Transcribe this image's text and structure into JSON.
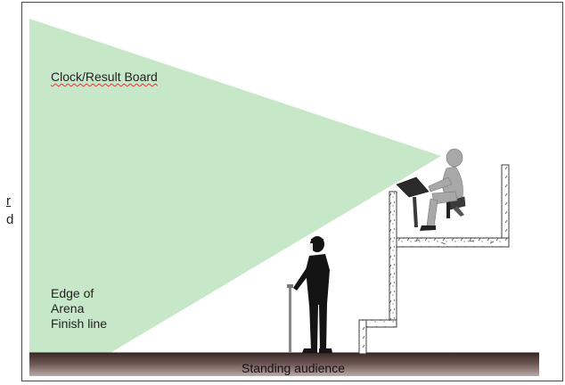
{
  "labels": {
    "clock_board": "Clock/Result Board",
    "edge_line1": "Edge of",
    "edge_line2": "Arena",
    "edge_line3": "Finish line",
    "standing_audience": "Standing audience"
  },
  "edge_fragments": {
    "top": "r",
    "bottom": "d"
  },
  "colors": {
    "sight_cone": "#c7e8c8",
    "ground": "#5a4340",
    "figure_dark": "#141414",
    "figure_grey": "#a8a8a8",
    "stand_outline": "#3c3c3c",
    "frame_border": "#4a4a4a"
  }
}
